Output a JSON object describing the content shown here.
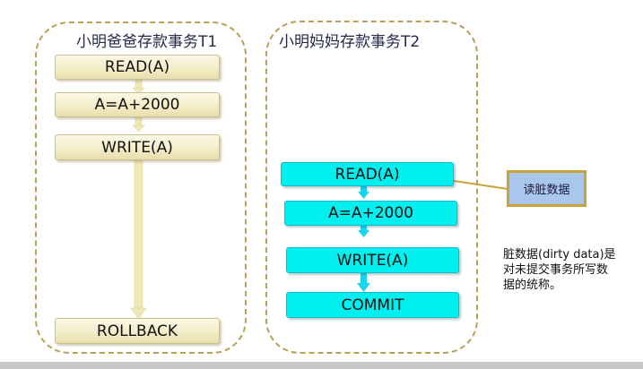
{
  "t1": {
    "title": "小明爸爸存款事务T1",
    "steps": {
      "read": "READ(A)",
      "add": "A=A+2000",
      "write": "WRITE(A)",
      "rollback": "ROLLBACK"
    }
  },
  "t2": {
    "title": "小明妈妈存款事务T2",
    "steps": {
      "read": "READ(A)",
      "add": "A=A+2000",
      "write": "WRITE(A)",
      "commit": "COMMIT"
    }
  },
  "callout": {
    "label": "读脏数据"
  },
  "note": {
    "line1": "脏数据(dirty data)是",
    "line2": "对未提交事务所写数",
    "line3": "据的统称。"
  },
  "colors": {
    "t1_box": "#f3edc8",
    "t2_box": "#00f0f0",
    "group_border": "#b8a055",
    "callout_fill": "#a9c7ec",
    "callout_border": "#c9a23a"
  }
}
